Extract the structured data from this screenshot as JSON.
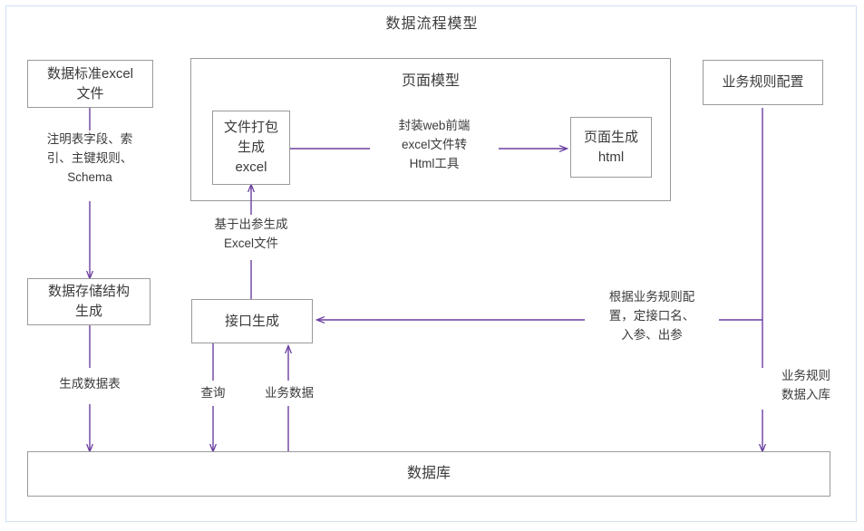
{
  "diagram": {
    "title": "数据流程模型",
    "frame_color": "#cfe2f3",
    "line_color": "#6b3fa0",
    "node_border_color": "#9a9a9a",
    "text_color": "#3b3b3b"
  },
  "groups": [
    {
      "id": "page-model",
      "title": "页面模型"
    }
  ],
  "nodes": [
    {
      "id": "data-standard-excel",
      "label": "数据标准excel\n文件"
    },
    {
      "id": "data-storage-structure",
      "label": "数据存储结构\n生成"
    },
    {
      "id": "file-package-excel",
      "label": "文件打包\n生成\nexcel"
    },
    {
      "id": "page-generate-html",
      "label": "页面生成\nhtml"
    },
    {
      "id": "interface-generate",
      "label": "接口生成"
    },
    {
      "id": "business-rule-config",
      "label": "业务规则配置"
    },
    {
      "id": "database",
      "label": "数据库"
    }
  ],
  "edge_labels": [
    {
      "id": "schema-note",
      "text": "注明表字段、索\n引、主键规则、\nSchema"
    },
    {
      "id": "web-front-tool",
      "text": "封装web前端\nexcel文件转\nHtml工具"
    },
    {
      "id": "excel-from-output",
      "text": "基于出参生成\nExcel文件"
    },
    {
      "id": "by-business-rule",
      "text": "根据业务规则配\n置，定接口名、\n入参、出参"
    },
    {
      "id": "business-rule-storage",
      "text": "业务规则\n数据入库"
    },
    {
      "id": "generate-data-table",
      "text": "生成数据表"
    },
    {
      "id": "query",
      "text": "查询"
    },
    {
      "id": "business-data",
      "text": "业务数据"
    }
  ]
}
